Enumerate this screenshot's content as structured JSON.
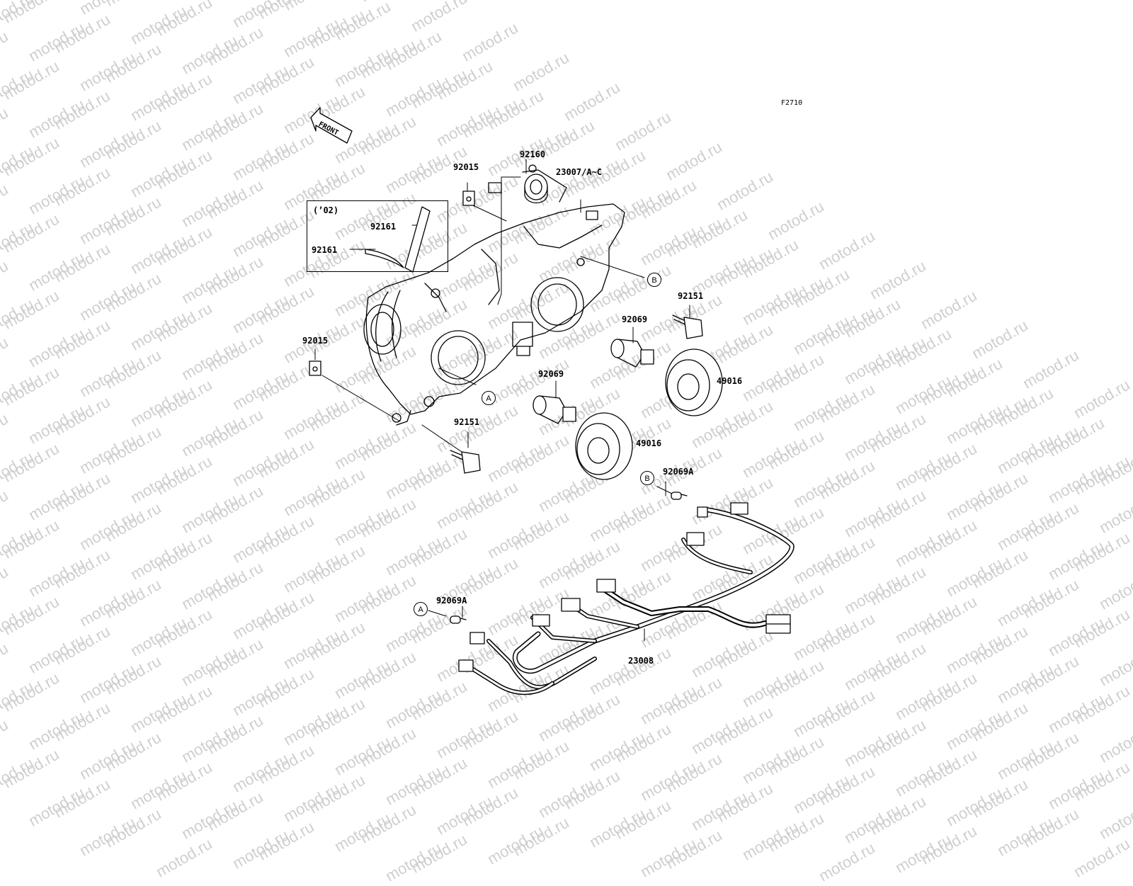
{
  "watermark": "motod.ru",
  "figure_code": "F2710",
  "front_label": "FRONT",
  "inset_note": "(’02)",
  "callouts": {
    "a_upper": "A",
    "a_lower": "A",
    "b_upper": "B",
    "b_lower": "B"
  },
  "part_labels": {
    "p92015_top": "92015",
    "p92160": "92160",
    "p23007": "23007/A~C",
    "p92161_a": "92161",
    "p92161_b": "92161",
    "p92151_right": "92151",
    "p92069_right": "92069",
    "p92015_left": "92015",
    "p49016_right": "49016",
    "p92069_mid": "92069",
    "p92151_left": "92151",
    "p49016_mid": "49016",
    "p92069A_right": "92069A",
    "p92069A_left": "92069A",
    "p23008": "23008"
  }
}
